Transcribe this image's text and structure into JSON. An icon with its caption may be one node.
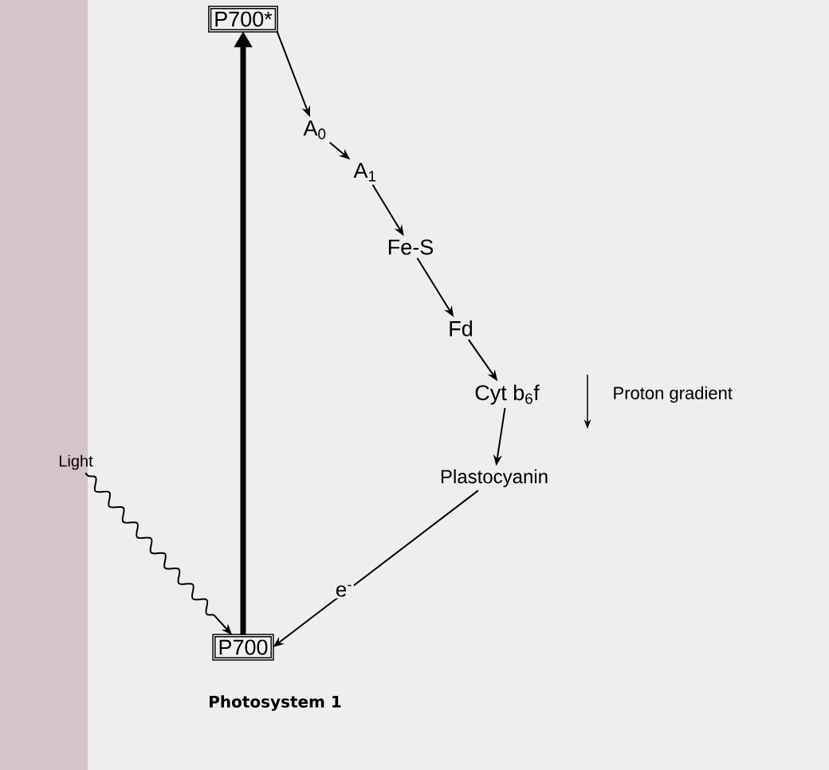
{
  "diagram": {
    "nodes": [
      {
        "text": [
          "P700*"
        ]
      },
      {
        "text": [
          "A$_{0}$"
        ]
      },
      {
        "text": [
          "A$_{1}$"
        ]
      },
      {
        "text": [
          "Fe-S"
        ]
      },
      {
        "text": [
          "Fd"
        ]
      },
      {
        "text": [
          "Cyt b$_{6}$f"
        ]
      },
      {
        "text": [
          "Plastocyanin"
        ]
      },
      {
        "text": [
          "P700"
        ],
        "beside": [
          "Photosystem 1"
        ]
      },
      {
        "text": [
          "Light"
        ]
      }
    ],
    "edges": [
      {
        "from": 0,
        "to": 1,
        "arrow": "to"
      },
      {
        "from": 1,
        "to": 2,
        "arrow": "to"
      },
      {
        "from": 2,
        "to": 3,
        "arrow": "to"
      },
      {
        "from": 3,
        "to": 4,
        "arrow": "to"
      },
      {
        "from": 4,
        "to": 5,
        "arrow": "to"
      },
      {
        "from": 5,
        "to": 6,
        "arrow": "to"
      },
      {
        "from": 6,
        "to": 7,
        "arrow": "to",
        "label": "e$^{-}$"
      },
      {
        "from": 8,
        "to": 7,
        "arrow": "to"
      },
      {
        "from": 7,
        "to": 0,
        "arrow": "to",
        "style": "thick"
      }
    ],
    "labels": [
      "Proton gradient"
    ]
  }
}
